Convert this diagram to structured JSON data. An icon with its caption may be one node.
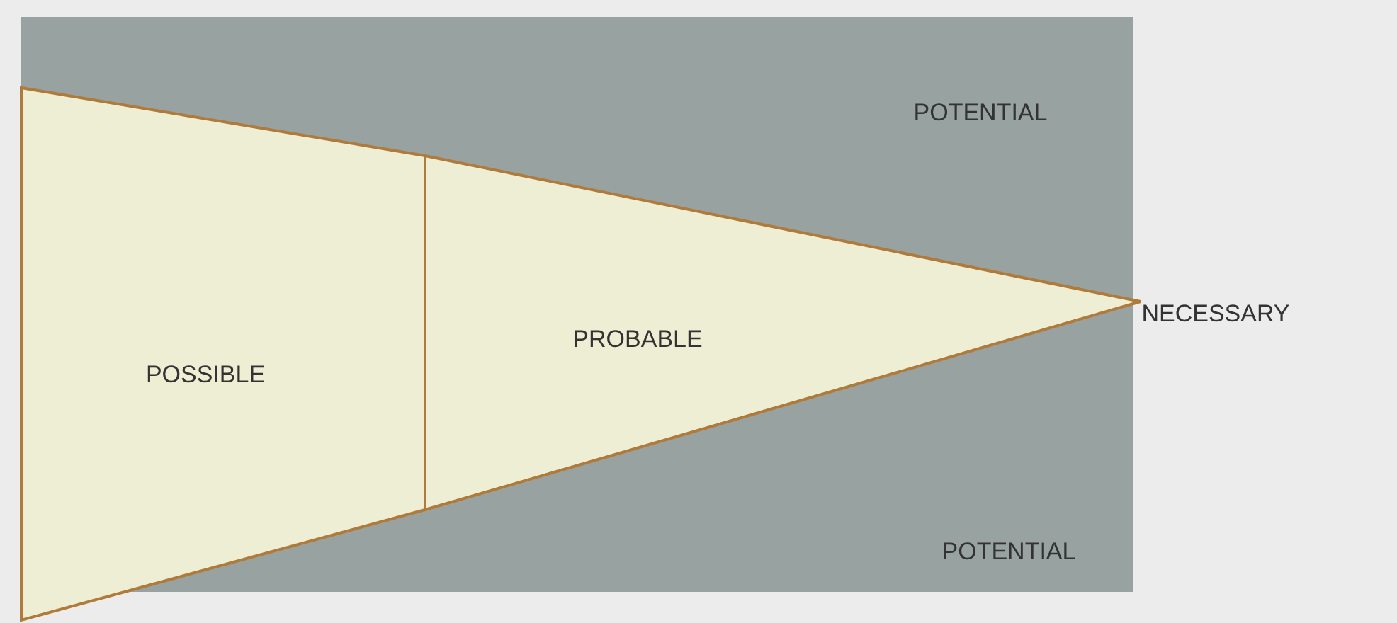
{
  "diagram": {
    "nodes": [
      {
        "text": [
          "POSSIBLE"
        ]
      },
      {
        "text": [
          "PROBABLE"
        ]
      }
    ],
    "edges": [],
    "labels": [
      "POTENTIAL",
      "NECESSARY",
      "POTENTIAL"
    ]
  }
}
